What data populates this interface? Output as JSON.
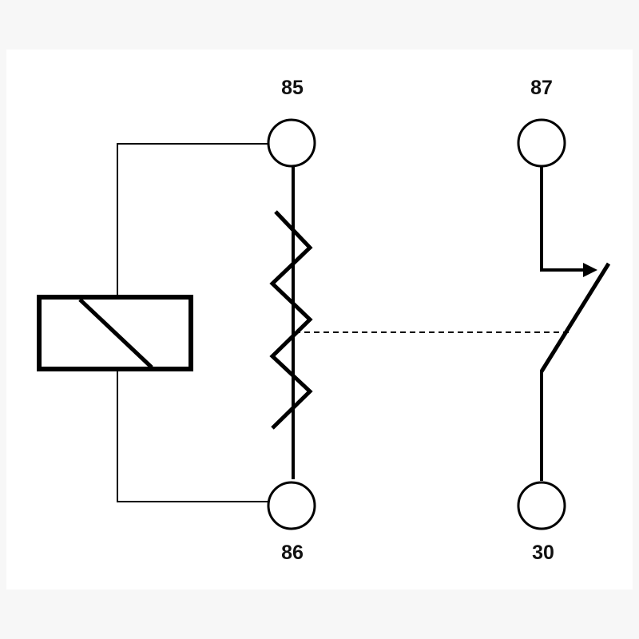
{
  "diagram": {
    "type": "relay-schematic",
    "pins": {
      "pin_85": "85",
      "pin_86": "86",
      "pin_87": "87",
      "pin_30": "30"
    },
    "colors": {
      "line": "#000000",
      "background": "#ffffff",
      "outer_background": "#f7f7f7"
    }
  }
}
